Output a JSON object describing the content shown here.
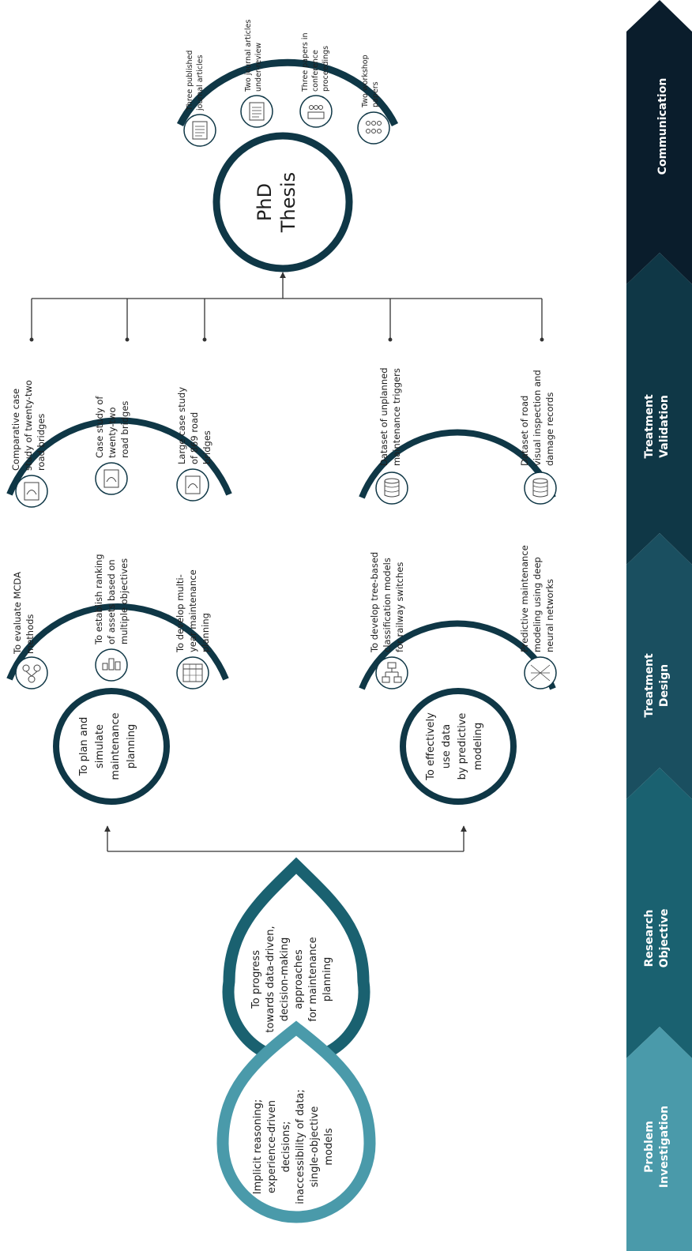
{
  "problem": {
    "lines": [
      "Implicit reasoning;",
      "experience-driven",
      "decisions;",
      "inaccessibility of data;",
      "single-objective",
      "models"
    ],
    "color": "#4a9aaa"
  },
  "research_objective": {
    "lines": [
      "To progress",
      "towards data-driven,",
      "decision-making",
      "approaches",
      "for maintenance",
      "planning"
    ],
    "color": "#1a6170"
  },
  "designs": [
    {
      "circle_lines": [
        "To plan and",
        "simulate",
        "maintenance",
        "planning"
      ],
      "sub_items": [
        {
          "icon": "mcda-icon",
          "lines": [
            "To evaluate MCDA",
            "methods"
          ]
        },
        {
          "icon": "ranking-icon",
          "lines": [
            "To establish ranking",
            "of assets based on",
            "multiple objectives"
          ]
        },
        {
          "icon": "calendar-icon",
          "lines": [
            "To develop multi-",
            "year maintenance",
            "planning"
          ]
        }
      ],
      "validations": [
        {
          "icon": "bridge-document-icon",
          "lines": [
            "Comparative case",
            "study of twenty-two",
            "road bridges"
          ]
        },
        {
          "icon": "bridge-document-icon",
          "lines": [
            "Case study of",
            "twenty-two",
            "road bridges"
          ]
        },
        {
          "icon": "bridge-document-icon",
          "lines": [
            "Large case study",
            "of 869 road",
            "bridges"
          ]
        }
      ]
    },
    {
      "circle_lines": [
        "To effectively",
        "use data",
        "by predictive",
        "modeling"
      ],
      "sub_items": [
        {
          "icon": "decision-tree-icon",
          "lines": [
            "To develop tree-based",
            "classification models",
            "for railway switches"
          ]
        },
        {
          "icon": "neural-network-icon",
          "lines": [
            "Predictive maintenance",
            "modeling using deep",
            "neural networks"
          ]
        }
      ],
      "validations": [
        {
          "icon": "database-icon",
          "lines": [
            "Dataset of unplanned",
            "maintenance triggers"
          ]
        },
        {
          "icon": "database-icon",
          "lines": [
            "Dataset of road",
            "visual inspection and",
            "damage records"
          ]
        }
      ]
    }
  ],
  "thesis": {
    "lines": [
      "PhD",
      "Thesis"
    ],
    "outputs": [
      {
        "icon": "journal-icon",
        "lines": [
          "Three published",
          "journal articles"
        ]
      },
      {
        "icon": "review-document-icon",
        "lines": [
          "Two journal articles",
          "under-review"
        ]
      },
      {
        "icon": "conference-icon",
        "lines": [
          "Three papers in",
          "conference",
          "proceedings"
        ]
      },
      {
        "icon": "workshop-icon",
        "lines": [
          "Two workshop",
          "papers"
        ]
      }
    ]
  },
  "stages": [
    {
      "lines": [
        "Problem",
        "Investigation"
      ],
      "color": "#4a9aaa"
    },
    {
      "lines": [
        "Research",
        "Objective"
      ],
      "color": "#1a6170"
    },
    {
      "lines": [
        "Treatment",
        "Design"
      ],
      "color": "#1a4f60"
    },
    {
      "lines": [
        "Treatment",
        "Validation"
      ],
      "color": "#0f3746"
    },
    {
      "lines": [
        "Communication"
      ],
      "color": "#0a1d2c"
    }
  ],
  "colors": {
    "dark": "#0f3746",
    "line": "#333333"
  }
}
